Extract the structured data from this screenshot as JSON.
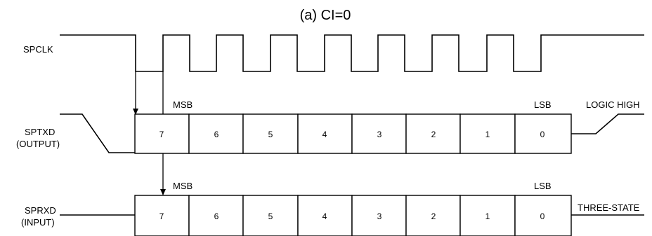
{
  "title": "(a) CI=0",
  "signals": {
    "clock": {
      "label": "SPCLK"
    },
    "tx": {
      "label_line1": "SPTXD",
      "label_line2": "(OUTPUT)",
      "msb": "MSB",
      "lsb": "LSB",
      "end_state": "LOGIC HIGH"
    },
    "rx": {
      "label_line1": "SPRXD",
      "label_line2": "(INPUT)",
      "msb": "MSB",
      "lsb": "LSB",
      "end_state": "THREE-STATE"
    }
  },
  "bits": [
    "7",
    "6",
    "5",
    "4",
    "3",
    "2",
    "1",
    "0"
  ]
}
